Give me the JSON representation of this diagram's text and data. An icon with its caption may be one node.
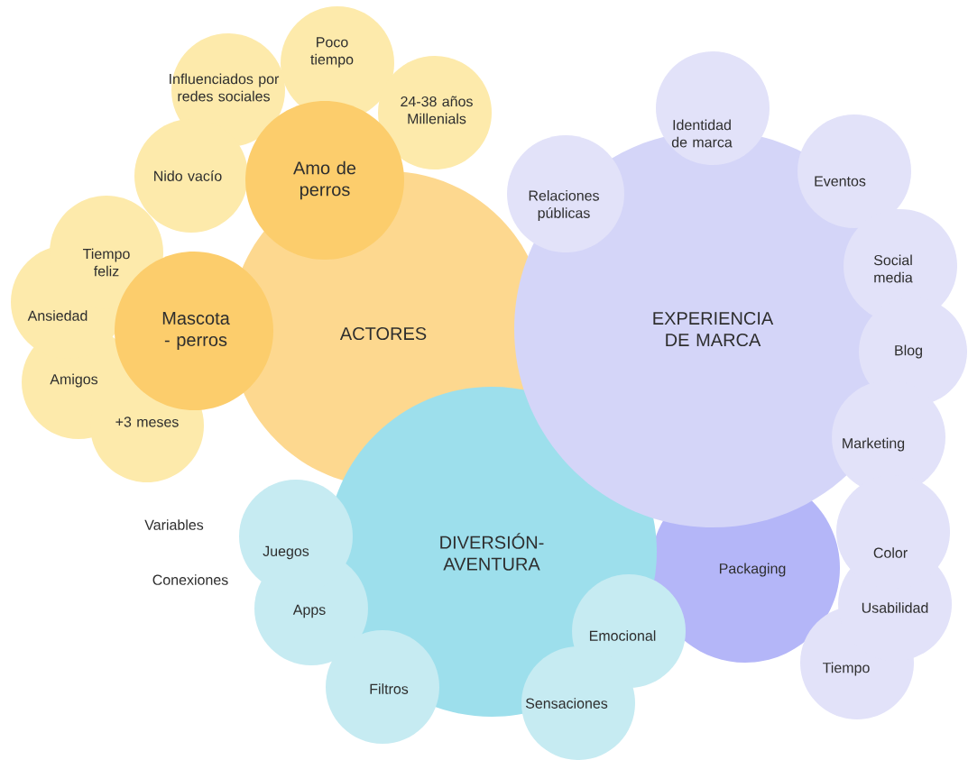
{
  "diagram": {
    "nodes": [
      {
        "text": [
          "ACTORES"
        ]
      },
      {
        "text": [
          "Amo de perros"
        ]
      },
      {
        "text": [
          "Mascota - perros"
        ]
      },
      {
        "text": [
          "Influenciados por redes sociales"
        ]
      },
      {
        "text": [
          "Poco tiempo"
        ]
      },
      {
        "text": [
          "24-38 años Millenials"
        ]
      },
      {
        "text": [
          "Nido vacío"
        ]
      },
      {
        "text": [
          "Tiempo feliz"
        ]
      },
      {
        "text": [
          "Ansiedad"
        ]
      },
      {
        "text": [
          "Amigos"
        ]
      },
      {
        "text": [
          "+3 meses"
        ]
      },
      {
        "text": [
          "EXPERIENCIA DE MARCA"
        ]
      },
      {
        "text": [
          "Identidad de marca"
        ]
      },
      {
        "text": [
          "Relaciones públicas"
        ]
      },
      {
        "text": [
          "Eventos"
        ]
      },
      {
        "text": [
          "Social media"
        ]
      },
      {
        "text": [
          "Blog"
        ]
      },
      {
        "text": [
          "Marketing"
        ]
      },
      {
        "text": [
          "DIVERSIÓN-AVENTURA"
        ]
      },
      {
        "text": [
          "Juegos"
        ]
      },
      {
        "text": [
          "Apps"
        ]
      },
      {
        "text": [
          "Filtros"
        ]
      },
      {
        "text": [
          "Emocional"
        ]
      },
      {
        "text": [
          "Sensaciones"
        ]
      },
      {
        "text": [
          "Packaging"
        ]
      },
      {
        "text": [
          "Color"
        ]
      },
      {
        "text": [
          "Usabilidad"
        ]
      },
      {
        "text": [
          "Tiempo"
        ]
      }
    ],
    "labels": [
      "Variables",
      "Conexiones"
    ]
  }
}
